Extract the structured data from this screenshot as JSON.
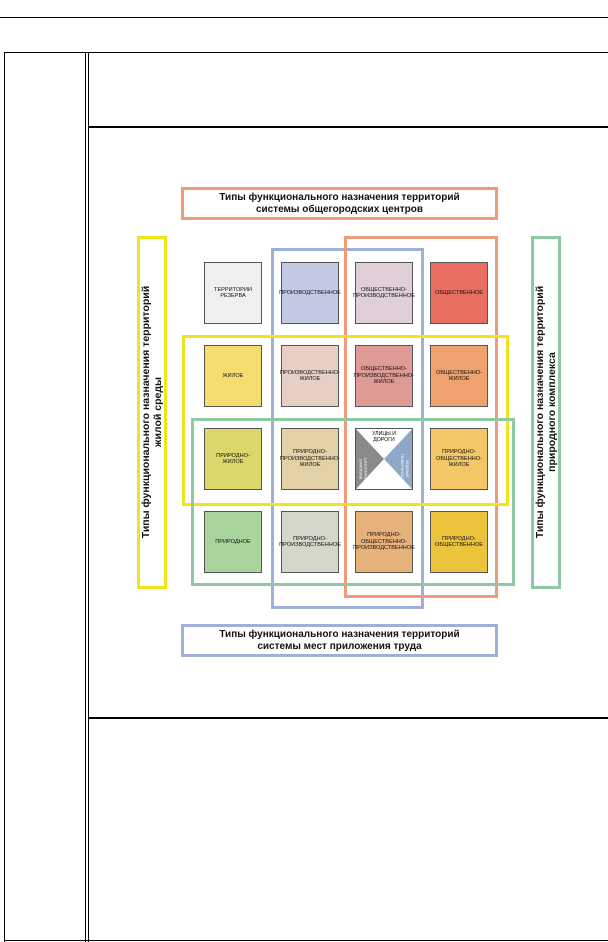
{
  "diagram": {
    "top_header": {
      "line1": "Типы функционального назначения территорий",
      "line2": "системы общегородских центров"
    },
    "bottom_header": {
      "line1": "Типы функционального назначения территорий",
      "line2": "системы мест приложения труда"
    },
    "left_header": {
      "line1": "Типы функционального назначения территорий",
      "line2": "жилой среды"
    },
    "right_header": {
      "line1": "Типы функционального назначения территорий",
      "line2": "природного комплекса"
    },
    "cells": [
      {
        "id": "r1c1",
        "text": "ТЕРРИТОРИИ РЕЗЕРВА",
        "color": "#efefef"
      },
      {
        "id": "r1c2",
        "text": "ПРОИЗВОДСТВЕННОЕ",
        "color": "#c4c9e3"
      },
      {
        "id": "r1c3",
        "text": "ОБЩЕСТВЕННО-ПРОИЗВОДСТВЕННОЕ",
        "color": "#e0cfd9"
      },
      {
        "id": "r1c4",
        "text": "ОБЩЕСТВЕННОЕ",
        "color": "#e86e62"
      },
      {
        "id": "r2c1",
        "text": "ЖИЛОЕ",
        "color": "#f4dc6e"
      },
      {
        "id": "r2c2",
        "text": "ПРОИЗВОДСТВЕННО-ЖИЛОЕ",
        "color": "#e8cfc3"
      },
      {
        "id": "r2c3",
        "text": "ОБЩЕСТВЕННО-ПРОИЗВОДСТВЕННО-ЖИЛОЕ",
        "color": "#de9a95"
      },
      {
        "id": "r2c4",
        "text": "ОБЩЕСТВЕННО-ЖИЛОЕ",
        "color": "#f0a26e"
      },
      {
        "id": "r3c1",
        "text": "ПРИРОДНО-ЖИЛОЕ",
        "color": "#dcd76a"
      },
      {
        "id": "r3c2",
        "text": "ПРИРОДНО-ПРОИЗВОДСТВЕННО-ЖИЛОЕ",
        "color": "#e3d1a6"
      },
      {
        "id": "r3c4",
        "text": "ПРИРОДНО-ОБЩЕСТВЕННО-ЖИЛОЕ",
        "color": "#f3c766"
      },
      {
        "id": "r4c1",
        "text": "ПРИРОДНОЕ",
        "color": "#a9d49c"
      },
      {
        "id": "r4c2",
        "text": "ПРИРОДНО-ПРОИЗВОДСТВЕННОЕ",
        "color": "#d6d6cb"
      },
      {
        "id": "r4c3",
        "text": "ПРИРОДНО-ОБЩЕСТВЕННО-ПРОИЗВОДСТВЕННОЕ",
        "color": "#e7b27a"
      },
      {
        "id": "r4c4",
        "text": "ПРИРОДНО-ОБЩЕСТВЕННОЕ",
        "color": "#ecc43c"
      }
    ],
    "center_cell": {
      "top": "УЛИЦЫ И ДОРОГИ",
      "left": "ВНЕШНИЙ ТРАНСПОРТ",
      "right": "ВОДНЫЕ ПОВЕРХНОСТИ"
    },
    "frame_colors": {
      "orange": "#ef9a7a",
      "blue": "#9fb0d8",
      "yellow": "#f2e41c",
      "green": "#8fc9a4"
    }
  }
}
